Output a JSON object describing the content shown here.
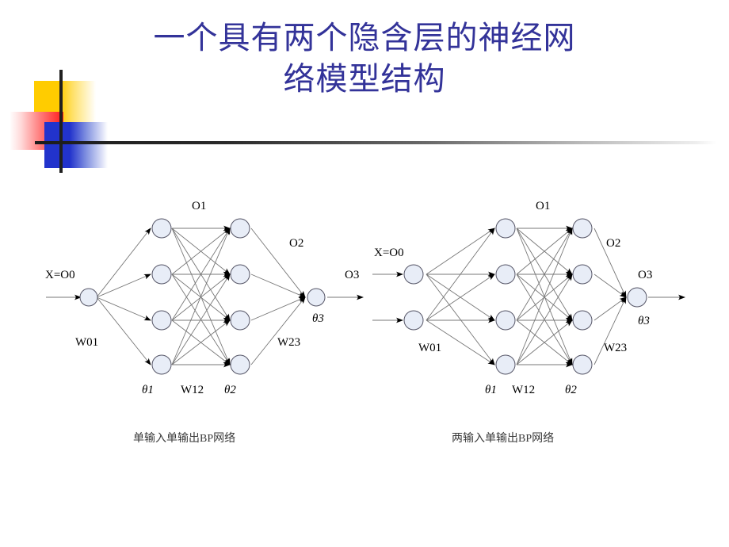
{
  "slide": {
    "title": "一个具有两个隐含层的神经网\n络模型结构",
    "title_color": "#333399",
    "background_color": "#ffffff"
  },
  "decoration": {
    "name": "powerpoint-accent-motif",
    "yellow": "#FFCC00",
    "red": "#FF1A1A",
    "blue": "#2233CC",
    "rule_color": "#1c1c1c"
  },
  "diagrams": [
    {
      "id": "left",
      "caption": "单输入单输出BP网络",
      "labels": {
        "input": "X=O0",
        "hidden1_out": "O1",
        "hidden2_out": "O2",
        "output": "O3",
        "w01": "W01",
        "w12": "W12",
        "w23": "W23",
        "theta1": "θ1",
        "theta2": "θ2",
        "theta3": "θ3"
      },
      "layers": [
        {
          "name": "input-layer",
          "count": 1
        },
        {
          "name": "hidden-layer-1",
          "count": 4
        },
        {
          "name": "hidden-layer-2",
          "count": 4
        },
        {
          "name": "output-layer",
          "count": 1
        }
      ]
    },
    {
      "id": "right",
      "caption": "两输入单输出BP网络",
      "labels": {
        "input": "X=O0",
        "hidden1_out": "O1",
        "hidden2_out": "O2",
        "output": "O3",
        "w01": "W01",
        "w12": "W12",
        "w23": "W23",
        "theta1": "θ1",
        "theta2": "θ2",
        "theta3": "θ3"
      },
      "layers": [
        {
          "name": "input-layer",
          "count": 2
        },
        {
          "name": "hidden-layer-1",
          "count": 4
        },
        {
          "name": "hidden-layer-2",
          "count": 4
        },
        {
          "name": "output-layer",
          "count": 1
        }
      ]
    }
  ],
  "chart_data": {
    "type": "diagram",
    "title": "一个具有两个隐含层的神经网络模型结构",
    "subfigures": [
      {
        "caption": "单输入单输出BP网络",
        "architecture": [
          1,
          4,
          4,
          1
        ],
        "layer_names": [
          "O0",
          "O1",
          "O2",
          "O3"
        ],
        "weight_names": [
          "W01",
          "W12",
          "W23"
        ],
        "bias_names": [
          "θ1",
          "θ2",
          "θ3"
        ],
        "node_fill": "#e8edf7",
        "node_stroke": "#555566",
        "edge_color": "#777777"
      },
      {
        "caption": "两输入单输出BP网络",
        "architecture": [
          2,
          4,
          4,
          1
        ],
        "layer_names": [
          "O0",
          "O1",
          "O2",
          "O3"
        ],
        "weight_names": [
          "W01",
          "W12",
          "W23"
        ],
        "bias_names": [
          "θ1",
          "θ2",
          "θ3"
        ],
        "node_fill": "#e8edf7",
        "node_stroke": "#555566",
        "edge_color": "#777777"
      }
    ]
  }
}
